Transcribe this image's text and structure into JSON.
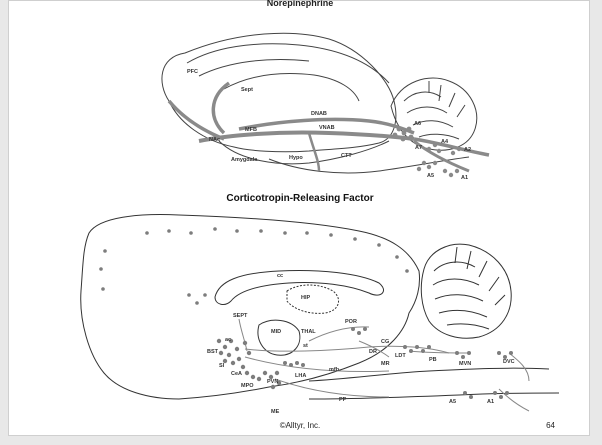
{
  "top_title": "Norepinephrine",
  "mid_title": "Corticotropin-Releasing Factor",
  "footer": {
    "copyright": "©Alltyr, Inc.",
    "page_number": "64"
  },
  "ne_labels": {
    "pfc": "PFC",
    "sept": "Sept",
    "dnab": "DNAB",
    "vnab": "VNAB",
    "mfb": "MFB",
    "nac": "NAc",
    "amygdala": "Amygdala",
    "hypo": "Hypo",
    "ctt": "CTT",
    "a6": "A6",
    "a4": "A4",
    "a2": "A2",
    "a5": "A5",
    "a1": "A1",
    "a7": "A7"
  },
  "crf_labels": {
    "cc": "cc",
    "hip": "HIP",
    "sept": "SEPT",
    "mid": "MID",
    "thal": "THAL",
    "st": "st",
    "por": "POR",
    "cg": "CG",
    "dr": "DR",
    "mr": "MR",
    "ldt": "LDT",
    "pb": "PB",
    "mvn": "MVN",
    "dvc": "DVC",
    "bst": "BST",
    "si": "SI",
    "cea": "CeA",
    "mpo": "MPO",
    "pvn": "PVN",
    "lha": "LHA",
    "mfb": "mfb",
    "me": "ME",
    "pp": "PP",
    "a5": "A5",
    "a1": "A1",
    "ac": "ac"
  }
}
